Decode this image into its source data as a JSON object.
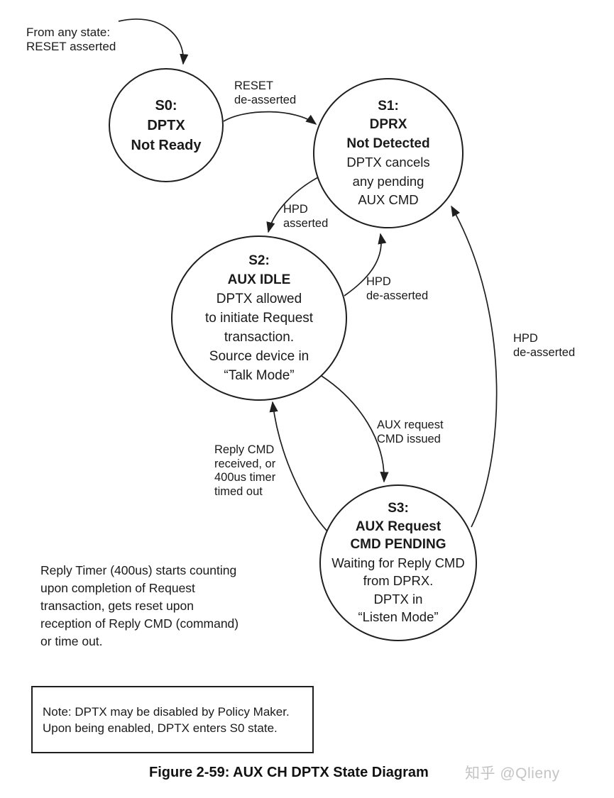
{
  "diagram": {
    "entry_label": "From any state:\nRESET asserted",
    "states": {
      "s0": {
        "title": "S0:\nDPTX\nNot Ready",
        "desc": ""
      },
      "s1": {
        "title": "S1:\nDPRX\nNot Detected",
        "desc": "DPTX cancels\nany pending\nAUX CMD"
      },
      "s2": {
        "title": "S2:\nAUX IDLE",
        "desc": "DPTX allowed\nto initiate Request\ntransaction.\nSource device in\n“Talk Mode”"
      },
      "s3": {
        "title": "S3:\nAUX Request\nCMD PENDING",
        "desc": "Waiting for Reply CMD\nfrom DPRX.\nDPTX in\n“Listen Mode”"
      }
    },
    "transitions": {
      "reset_deasserted": "RESET\nde-asserted",
      "hpd_asserted": "HPD\nasserted",
      "hpd_deasserted_s2_to_s1": "HPD\nde-asserted",
      "aux_request_cmd_issued": "AUX request\nCMD issued",
      "reply_cmd_received": "Reply CMD\nreceived, or\n400us timer\ntimed out",
      "hpd_deasserted_s3_to_s1": "HPD\nde-asserted"
    },
    "notes": {
      "reply_timer": "Reply Timer (400us) starts counting\nupon completion of Request\ntransaction, gets reset upon\nreception of Reply CMD (command)\nor time out.",
      "note_box": "Note: DPTX may be disabled by Policy Maker.\nUpon being enabled, DPTX enters S0 state."
    },
    "caption": "Figure 2-59: AUX CH DPTX State Diagram",
    "watermark": "知乎 @Qlieny",
    "colors": {
      "line": "#1f1f1f",
      "text": "#1a1a1a",
      "watermark": "#c4c4c4",
      "background": "#ffffff"
    }
  }
}
